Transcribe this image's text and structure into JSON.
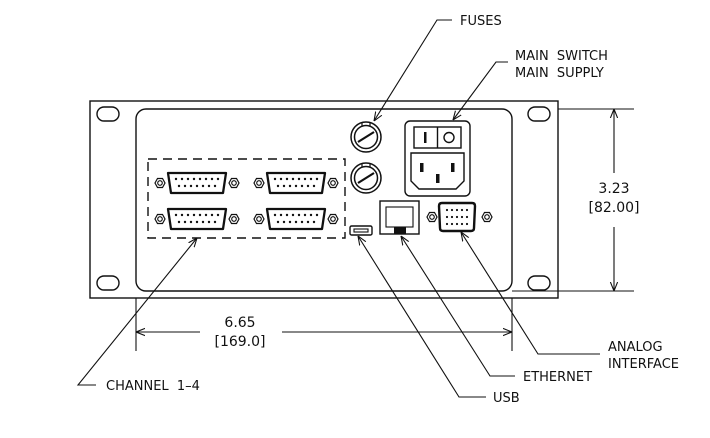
{
  "drawing": {
    "title": "Rear panel connector layout",
    "labels": {
      "fuses": "FUSES",
      "main_switch_line1": "MAIN  SWITCH",
      "main_switch_line2": "MAIN  SUPPLY",
      "channel": "CHANNEL  1–4",
      "usb": "USB",
      "ethernet": "ETHERNET",
      "analog_line1": "ANALOG",
      "analog_line2": "INTERFACE"
    },
    "dimensions": {
      "height_in": "3.23",
      "height_mm": "[82.00]",
      "width_in": "6.65",
      "width_mm": "[169.0]"
    },
    "components": [
      {
        "name": "fuse",
        "count": 2
      },
      {
        "name": "power-switch",
        "states": [
          "I",
          "O"
        ]
      },
      {
        "name": "iec-power-inlet",
        "count": 1
      },
      {
        "name": "db15-channel-connector",
        "count": 4
      },
      {
        "name": "usb-port",
        "count": 1
      },
      {
        "name": "ethernet-port",
        "count": 1
      },
      {
        "name": "vga-analog-connector",
        "count": 1
      }
    ],
    "colors": {
      "line": "#111111",
      "background": "#ffffff"
    }
  }
}
